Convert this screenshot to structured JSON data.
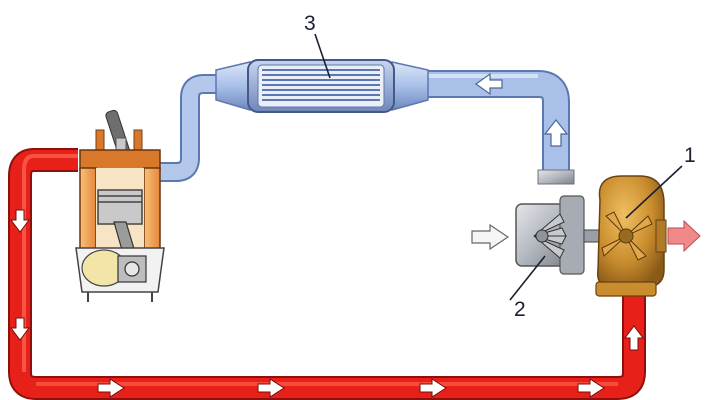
{
  "diagram": {
    "callouts": [
      {
        "id": "turbine",
        "label": "1"
      },
      {
        "id": "compressor",
        "label": "2"
      },
      {
        "id": "intercooler",
        "label": "3"
      }
    ],
    "colors": {
      "exhaust": "#e8201a",
      "exhaust_dark": "#a5120e",
      "intake_air": "#9fb7e2",
      "intake_air_dark": "#5d78b0",
      "engine": "#d8782a",
      "turbine_housing": "#c98d2e",
      "compressor_housing": "#b9bcc4",
      "arrow_fill": "#ffffff"
    },
    "icons": [
      "engine-cylinder-icon",
      "intercooler-icon",
      "turbocharger-icon",
      "flow-arrow-icon"
    ]
  }
}
